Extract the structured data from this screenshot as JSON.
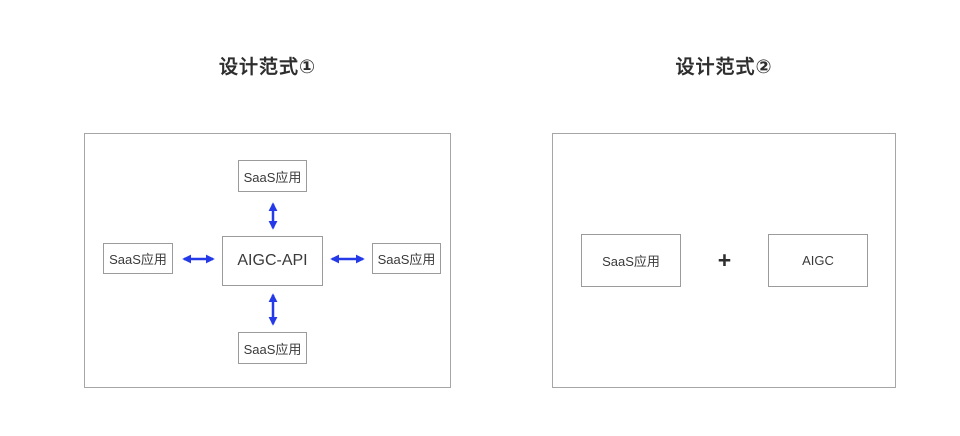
{
  "colors": {
    "arrow": "#2439e8",
    "panel_border": "#a6a6a6",
    "box_border": "#9b9b9b",
    "text": "#3a3a3a",
    "title_text": "#2e2e2e"
  },
  "left_diagram": {
    "title": "设计范式①",
    "hub_label": "AIGC-API",
    "satellites": {
      "top": "SaaS应用",
      "left": "SaaS应用",
      "right": "SaaS应用",
      "bottom": "SaaS应用"
    },
    "arrows": {
      "style": "bidirectional",
      "count": 4
    }
  },
  "right_diagram": {
    "title": "设计范式②",
    "left_label": "SaaS应用",
    "operator": "+",
    "right_label": "AIGC"
  }
}
